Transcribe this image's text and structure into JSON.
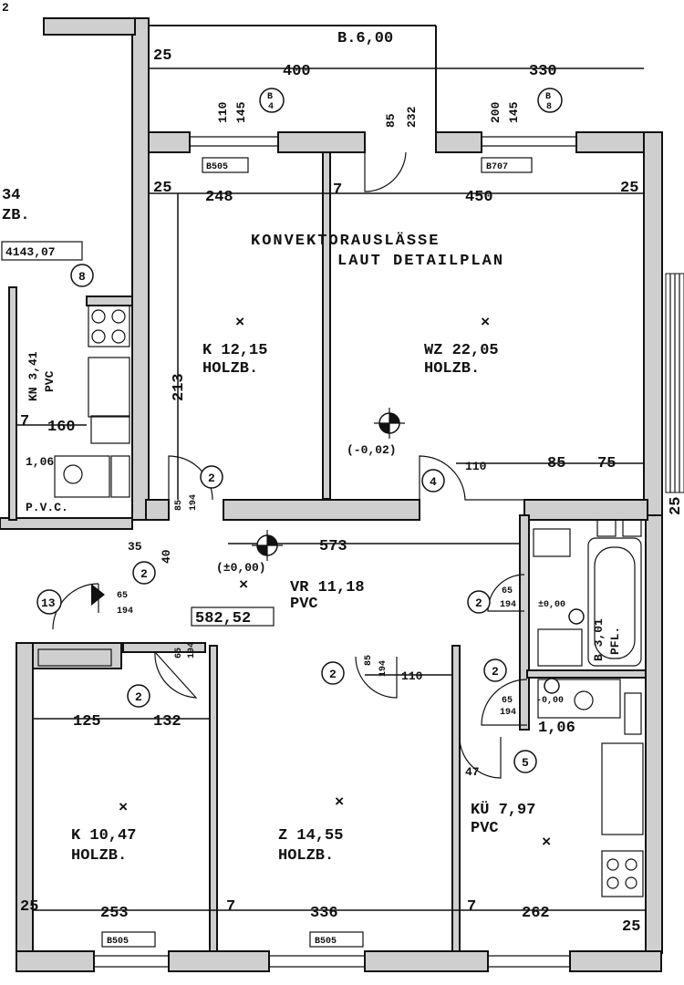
{
  "header": {
    "corner_label": "2",
    "top_box": "B.6,00",
    "note_line1": "KONVEKTORAUSLÄSSE",
    "note_line2": "LAUT DETAILPLAN",
    "left_room_area": "34",
    "left_room_floor": "ZB.",
    "left_ref": "4143,07"
  },
  "dimensions": {
    "top_left": "25",
    "top_400": "400",
    "top_330": "330",
    "row2_25a": "25",
    "row2_248": "248",
    "row2_7": "7",
    "row2_450": "450",
    "row2_25b": "25",
    "vert_213": "213",
    "left_160": "160",
    "left_7": "7",
    "hall_573": "573",
    "hall_35": "35",
    "mid_110": "110",
    "mid_85": "85",
    "mid_75": "75",
    "bot_125": "125",
    "bot_132": "132",
    "bot_253": "253",
    "bot_336": "336",
    "bot_262": "262",
    "bot_7a": "7",
    "bot_7b": "7",
    "bot_25a": "25",
    "bot_25b": "25",
    "right_25": "25",
    "door_110": "110",
    "w1a": "110",
    "w1b": "145",
    "w2a": "85",
    "w2b": "232",
    "w3a": "200",
    "w3b": "145",
    "d1a": "85",
    "d1b": "194",
    "d2a": "65",
    "d2b": "194",
    "d3a": "65",
    "d3b": "194",
    "d4a": "85",
    "d4b": "194",
    "d5a": "65",
    "d5b": "194",
    "d6a": "65",
    "d6b": "194",
    "d7": "47",
    "d8": "40"
  },
  "levels": {
    "main": "(-0,02)",
    "hall": "(±0,00)",
    "bath": "±0,00",
    "wc": "-0,00"
  },
  "boxes": {
    "b505a": "B505",
    "b707": "B707",
    "b505b": "B505",
    "b505c": "B505",
    "hall_ref": "582,52"
  },
  "markers": {
    "m_b4": "B\n4",
    "m_b8": "B\n8",
    "m_8": "8",
    "m_2a": "2",
    "m_4": "4",
    "m_13": "13",
    "m_2b": "2",
    "m_2c": "2",
    "m_2d": "2",
    "m_2e": "2",
    "m_2f": "2",
    "m_5": "5"
  },
  "rooms": [
    {
      "name": "K 12,15",
      "floor": "HOLZB."
    },
    {
      "name": "WZ 22,05",
      "floor": "HOLZB."
    },
    {
      "name": "VR 11,18",
      "floor": "PVC"
    },
    {
      "name": "K 10,47",
      "floor": "HOLZB."
    },
    {
      "name": "Z 14,55",
      "floor": "HOLZB."
    },
    {
      "name": "KÜ 7,97",
      "floor": "PVC"
    },
    {
      "name": "B 3,01",
      "floor": "PFL."
    },
    {
      "name": "1,06",
      "floor": ""
    },
    {
      "name": "1,06",
      "floor": "P.V.C."
    },
    {
      "name": "KN 3,41",
      "floor": "PVC"
    }
  ]
}
